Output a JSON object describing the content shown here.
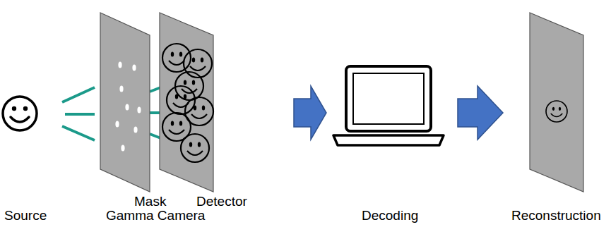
{
  "diagram": {
    "labels": [
      "Mask",
      "Detector",
      "Source",
      "Gamma Camera",
      "Decoding",
      "Reconstruction"
    ]
  }
}
